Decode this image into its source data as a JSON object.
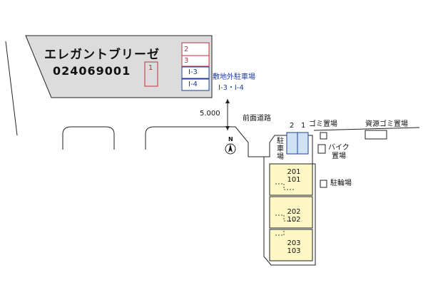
{
  "building": {
    "name": "エレガントブリーゼ",
    "code": "024069001"
  },
  "lot_spaces": [
    "1",
    "2",
    "3"
  ],
  "offsite_spaces": [
    "I-3",
    "I-4"
  ],
  "offsite_parking": {
    "title": "敷地外駐車場",
    "spaces": "I-3・I-4"
  },
  "road": {
    "width": "5.000",
    "label": "前面道路"
  },
  "compass": {
    "label": "N"
  },
  "parking": {
    "label_chars": [
      "駐",
      "車",
      "場"
    ],
    "spaces": [
      "2",
      "1"
    ]
  },
  "garbage": {
    "label": "ゴミ置場"
  },
  "recycling": {
    "label": "資源ゴミ置場"
  },
  "bike": {
    "label_line1": "バイク",
    "label_line2": "置場"
  },
  "bicycle": {
    "label": "駐輪場"
  },
  "units": [
    {
      "upper": "201",
      "lower": "101"
    },
    {
      "upper": "202",
      "lower": "102"
    },
    {
      "upper": "203",
      "lower": "103"
    }
  ],
  "colors": {
    "building_fill": "#dcdcdc",
    "unit_fill": "#fff7c4",
    "parking_fill": "#cfe3f5",
    "red": "#c0323c",
    "blue": "#1f3f9a"
  }
}
